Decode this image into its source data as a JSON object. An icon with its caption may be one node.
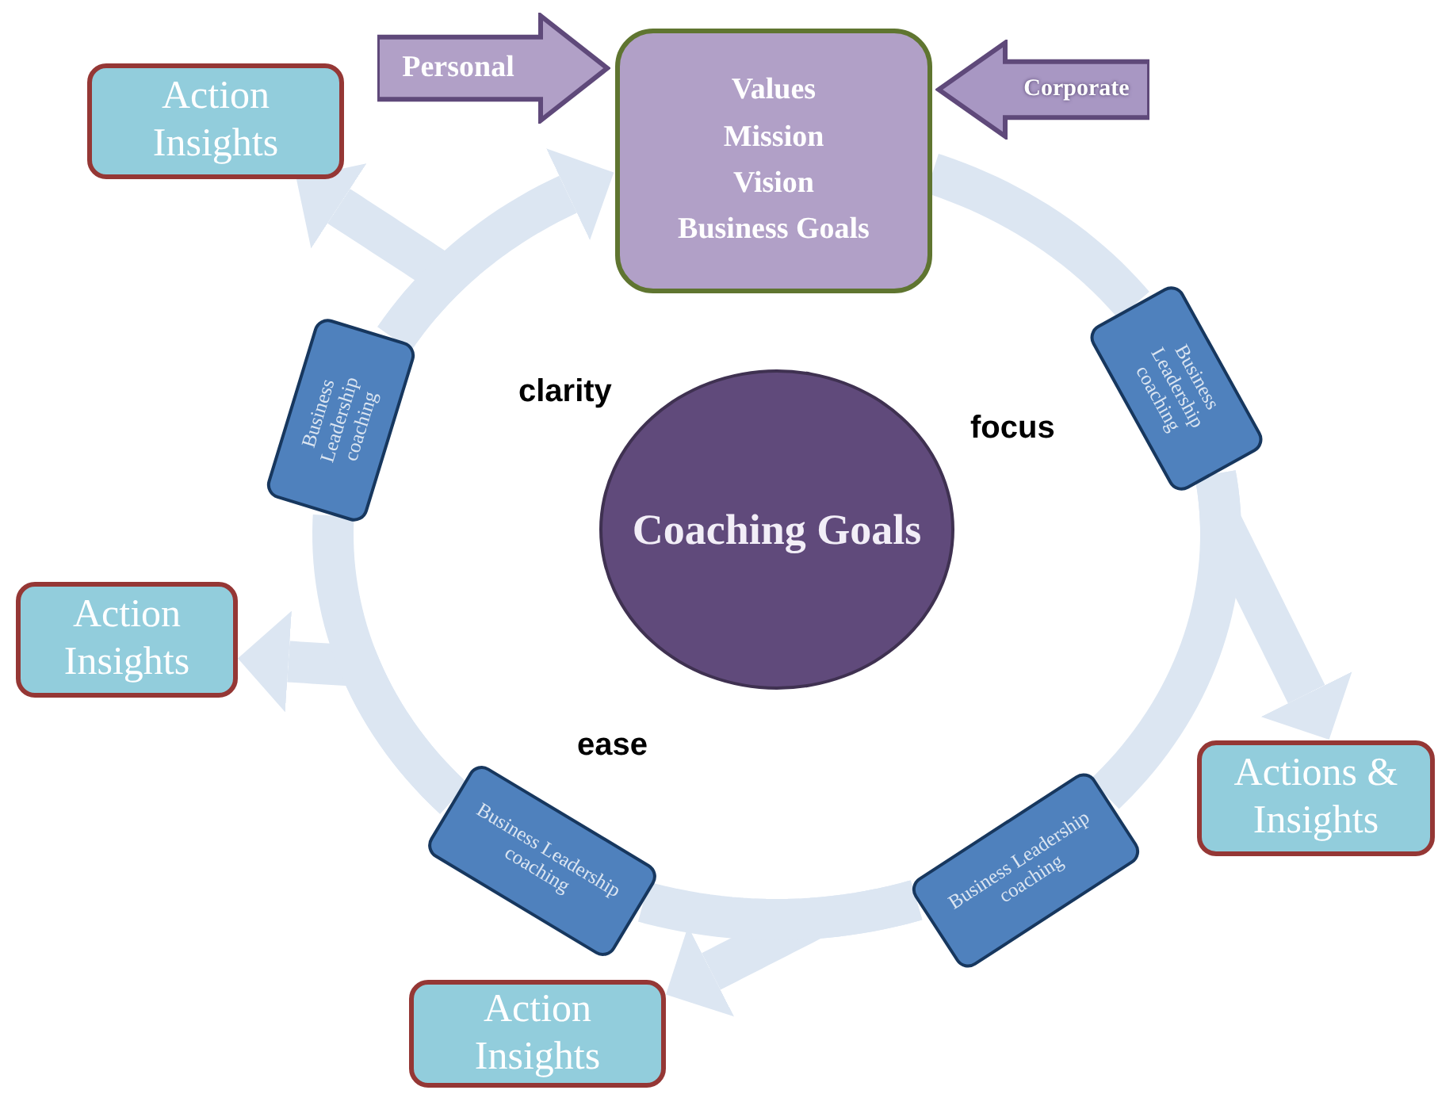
{
  "diagram": {
    "nodes": [
      {
        "text": [
          "Action Insights"
        ]
      },
      {
        "text": [
          "Personal"
        ]
      },
      {
        "text": [
          "Values",
          "Mission",
          "Vision",
          "Business Goals"
        ]
      },
      {
        "text": [
          "Corporate"
        ]
      },
      {
        "text": [
          "Business Leadership coaching"
        ]
      },
      {
        "text": [
          "Business Leadership coaching"
        ]
      },
      {
        "text": [
          "Coaching Goals"
        ]
      },
      {
        "text": [
          "Action Insights"
        ]
      },
      {
        "text": [
          "Actions & Insights"
        ]
      },
      {
        "text": [
          "Business Leadership coaching"
        ]
      },
      {
        "text": [
          "Business Leadership coaching"
        ]
      },
      {
        "text": [
          "Action Insights"
        ]
      }
    ],
    "edges": [
      {
        "from": 2,
        "to": 5,
        "arrow": "none"
      },
      {
        "from": 5,
        "to": 8,
        "arrow": "to"
      },
      {
        "from": 5,
        "to": 10,
        "arrow": "none"
      },
      {
        "from": 10,
        "to": 11,
        "arrow": "to"
      },
      {
        "from": 10,
        "to": 9,
        "arrow": "none"
      },
      {
        "from": 9,
        "to": 7,
        "arrow": "to"
      },
      {
        "from": 9,
        "to": 4,
        "arrow": "none"
      },
      {
        "from": 4,
        "to": 0,
        "arrow": "to"
      },
      {
        "from": 4,
        "to": 2,
        "arrow": "to"
      }
    ],
    "labels": [
      "clarity",
      "focus",
      "ease"
    ]
  }
}
